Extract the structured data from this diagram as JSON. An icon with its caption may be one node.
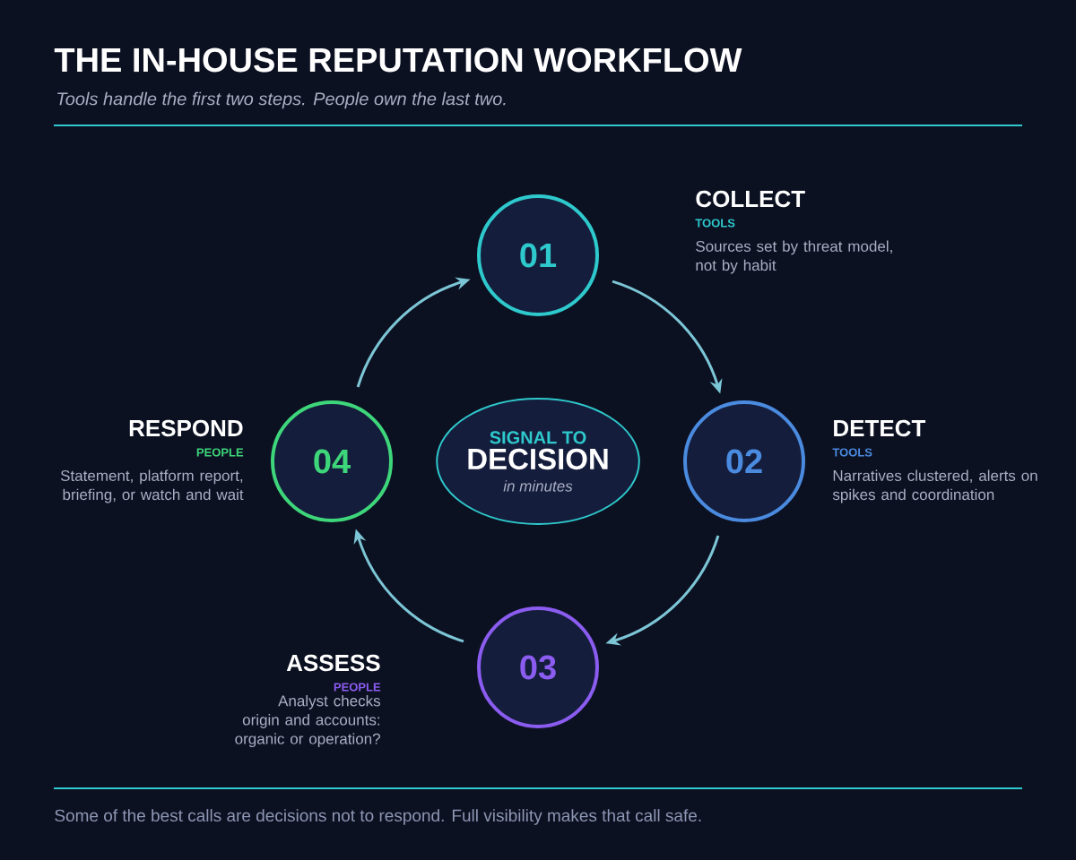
{
  "diagram": {
    "title": "THE IN-HOUSE REPUTATION WORKFLOW",
    "nodes": [
      {
        "text": [
          "01"
        ],
        "beside": [
          "COLLECT",
          "TOOLS",
          "Sources set by threat model, not by habit"
        ]
      },
      {
        "text": [
          "02"
        ],
        "beside": [
          "DETECT",
          "TOOLS",
          "Narratives clustered, alerts on spikes and coordination"
        ]
      },
      {
        "text": [
          "03"
        ],
        "beside": [
          "ASSESS",
          "PEOPLE",
          "Analyst checks origin and accounts: organic or operation?"
        ]
      },
      {
        "text": [
          "04"
        ],
        "beside": [
          "RESPOND",
          "PEOPLE",
          "Statement, platform report, briefing, or watch and wait"
        ]
      },
      {
        "text": [
          "SIGNAL TO",
          "DECISION",
          "in minutes"
        ]
      }
    ],
    "edges": [
      {
        "from": 0,
        "to": 1,
        "arrow": "to"
      },
      {
        "from": 1,
        "to": 2,
        "arrow": "to"
      },
      {
        "from": 2,
        "to": 3,
        "arrow": "to"
      },
      {
        "from": 3,
        "to": 0,
        "arrow": "to"
      }
    ],
    "labels": [
      "Tools handle the first two steps. People own the last two."
    ],
    "caption": "Some of the best calls are decisions not to respond. Full visibility makes that call safe."
  }
}
